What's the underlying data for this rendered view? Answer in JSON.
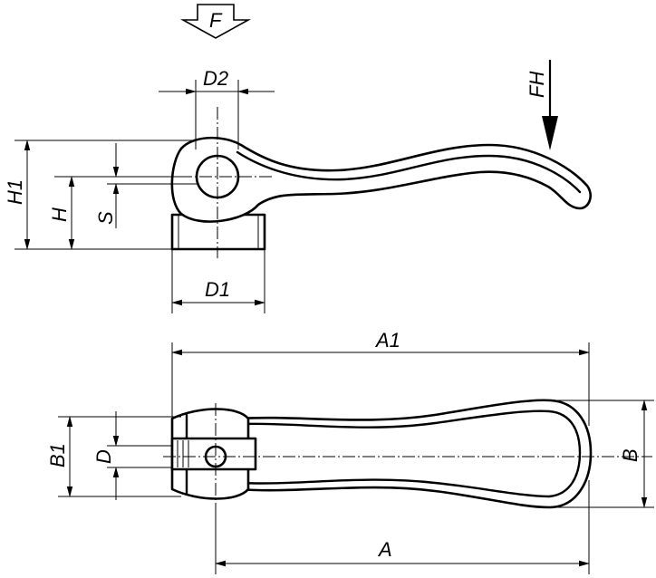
{
  "labels": {
    "force_f": "F",
    "force_fh": "FH",
    "d2": "D2",
    "d1": "D1",
    "h1": "H1",
    "h": "H",
    "s": "S",
    "a1": "A1",
    "a": "A",
    "b": "B",
    "b1": "B1",
    "d": "D"
  },
  "colors": {
    "line": "#000000",
    "background": "#ffffff"
  }
}
